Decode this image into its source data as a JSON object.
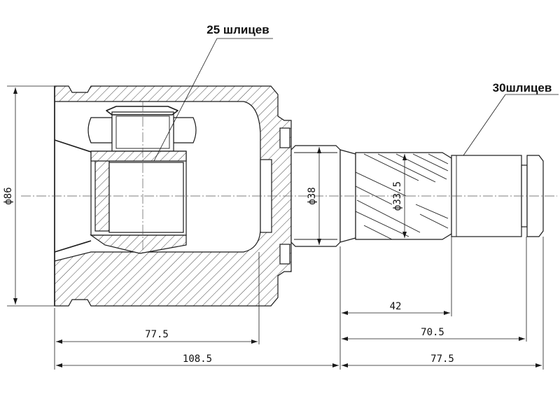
{
  "callouts": {
    "bearing_splines": "25 шлицев",
    "shaft_splines": "30шлицев"
  },
  "dimensions": {
    "housing_diameter": "ф86",
    "neck_diameter": "ф38",
    "spline_diameter": "ф33.5",
    "shaft_42": "42",
    "shaft_70_5": "70.5",
    "shaft_77_5": "77.5",
    "housing_77_5": "77.5",
    "housing_108_5": "108.5"
  },
  "colors": {
    "line": "#1a1a1a",
    "background": "#ffffff"
  }
}
